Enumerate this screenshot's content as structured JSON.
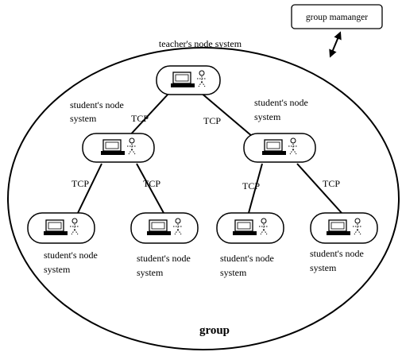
{
  "diagram": {
    "group_label": "group",
    "manager_label": "group mamanger",
    "edge_label": "TCP",
    "nodes": [
      {
        "id": "teacher",
        "label_lines": [
          "teacher's node system"
        ]
      },
      {
        "id": "student-l1",
        "label_lines": [
          "student's node",
          "system"
        ]
      },
      {
        "id": "student-r1",
        "label_lines": [
          "student's node",
          "system"
        ]
      },
      {
        "id": "student-ll",
        "label_lines": [
          "student's node",
          "system"
        ]
      },
      {
        "id": "student-lr",
        "label_lines": [
          "student's node",
          "system"
        ]
      },
      {
        "id": "student-rl",
        "label_lines": [
          "student's node",
          "system"
        ]
      },
      {
        "id": "student-rr",
        "label_lines": [
          "student's node",
          "system"
        ]
      }
    ],
    "edges": [
      {
        "from": "teacher",
        "to": "student-l1",
        "label": "TCP"
      },
      {
        "from": "teacher",
        "to": "student-r1",
        "label": "TCP"
      },
      {
        "from": "student-l1",
        "to": "student-ll",
        "label": "TCP"
      },
      {
        "from": "student-l1",
        "to": "student-lr",
        "label": "TCP"
      },
      {
        "from": "student-r1",
        "to": "student-rl",
        "label": "TCP"
      },
      {
        "from": "student-r1",
        "to": "student-rr",
        "label": "TCP"
      }
    ],
    "colors": {
      "stroke": "#000000",
      "background": "#ffffff"
    }
  }
}
